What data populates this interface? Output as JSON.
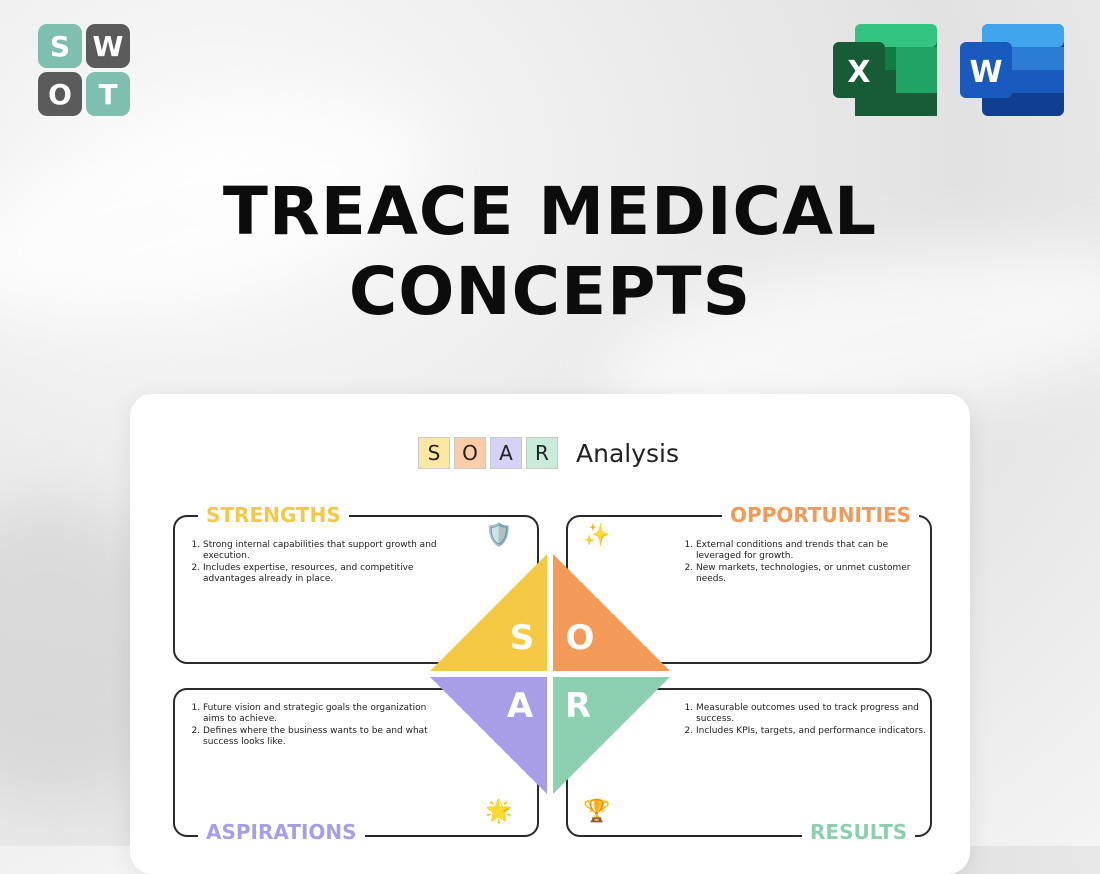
{
  "logo": {
    "tiles": [
      "S",
      "W",
      "O",
      "T"
    ]
  },
  "apps": {
    "excel": {
      "letter": "X",
      "colors": [
        "#185c37",
        "#21a366",
        "#33c481",
        "#107c41"
      ]
    },
    "word": {
      "letter": "W",
      "colors": [
        "#103f91",
        "#185abd",
        "#2b7cd3",
        "#41a5ee"
      ]
    }
  },
  "title": {
    "line1": "TREACE MEDICAL",
    "line2": "CONCEPTS"
  },
  "card": {
    "header_letters": [
      "S",
      "O",
      "A",
      "R"
    ],
    "header_text": "Analysis",
    "strengths": {
      "label": "STRENGTHS",
      "color": "#f6c945",
      "icon": "shield-icon",
      "items": [
        "Strong internal capabilities that support growth and execution.",
        "Includes expertise, resources, and competitive advantages already in place."
      ]
    },
    "opportunities": {
      "label": "OPPORTUNITIES",
      "color": "#f39a58",
      "icon": "sparkles-icon",
      "items": [
        "External conditions and trends that can be leveraged for growth.",
        "New markets, technologies, or unmet customer needs."
      ]
    },
    "aspirations": {
      "label": "ASPIRATIONS",
      "color": "#a89ee8",
      "icon": "star-icon",
      "items": [
        "Future vision and strategic goals the organization aims to achieve.",
        "Defines where the business wants to be and what success looks like."
      ]
    },
    "results": {
      "label": "RESULTS",
      "color": "#8dd0b0",
      "icon": "trophy-icon",
      "items": [
        "Measurable outcomes used to track progress and success.",
        "Includes KPIs, targets, and performance indicators."
      ]
    },
    "diamond_letters": [
      "S",
      "O",
      "A",
      "R"
    ]
  }
}
